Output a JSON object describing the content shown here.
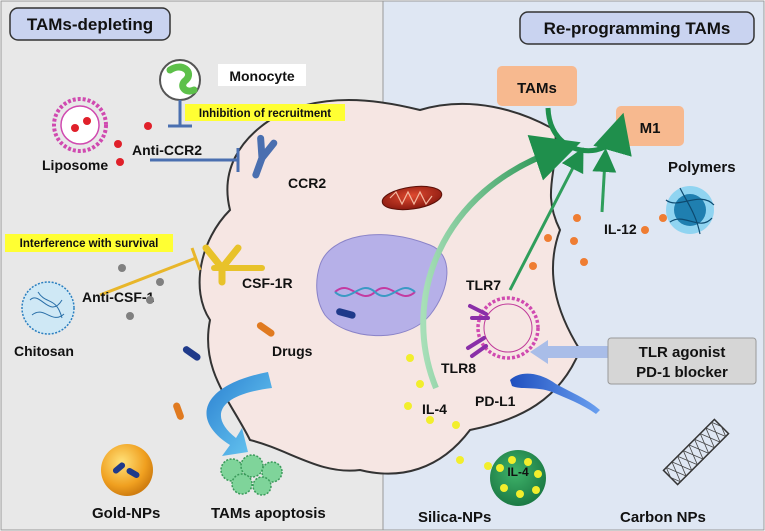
{
  "panels": {
    "left_title": "TAMs-depleting",
    "right_title": "Re-programming TAMs"
  },
  "labels": {
    "monocyte": "Monocyte",
    "inhibition": "Inhibition of recruitment",
    "liposome": "Liposome",
    "anti_ccr2": "Anti-CCR2",
    "ccr2": "CCR2",
    "interference": "Interference with survival",
    "csf1r": "CSF-1R",
    "anti_csf1": "Anti-CSF-1",
    "chitosan": "Chitosan",
    "drugs": "Drugs",
    "gold_nps": "Gold-NPs",
    "tams_apoptosis": "TAMs apoptosis",
    "tams": "TAMs",
    "m1": "M1",
    "polymers": "Polymers",
    "il12": "IL-12",
    "tlr7": "TLR7",
    "tlr8": "TLR8",
    "tlr_agonist_line1": "TLR agonist",
    "tlr_agonist_line2": "PD-1 blocker",
    "pdl1": "PD-L1",
    "il4": "IL-4",
    "il4_particle": "IL-4",
    "silica_nps": "Silica-NPs",
    "carbon_nps": "Carbon NPs"
  },
  "colors": {
    "left_bg": "#e8e8e8",
    "right_bg": "#dfe7f3",
    "cell": "#f6e6e3",
    "title_box": "#c9d3f0",
    "highlight": "#ffff33",
    "tams_box": "#f7b98f",
    "green_arrow": "#2f9e5b",
    "blue_receptor": "#4a6fb0",
    "csf_yellow": "#e8c22a",
    "dot_red": "#e0202a",
    "dot_orange": "#ef7d32",
    "dot_yellow": "#f2ee2c",
    "dot_gray": "#808080"
  }
}
